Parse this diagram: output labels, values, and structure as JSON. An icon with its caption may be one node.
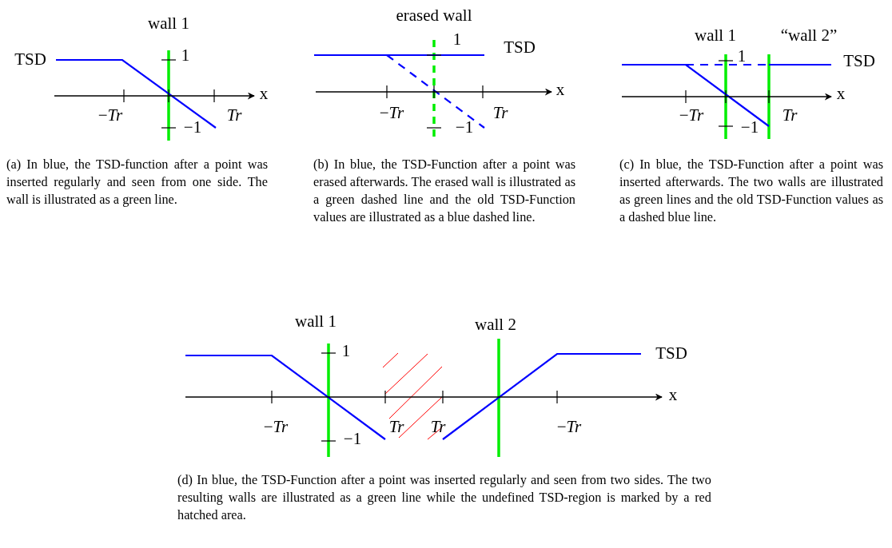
{
  "diagram": {
    "labels": [
      "wall 1",
      "TSD",
      "1",
      "x",
      "−*Tr*",
      "Tr",
      "−1",
      "(a) In blue, the TSD-function after a point was inserted regularly and seen from one side. The wall is illustrated as a green line.",
      "erased wall",
      "1",
      "TSD",
      "x",
      "−*Tr*",
      "Tr",
      "−1",
      "(b) In blue, the TSD-Function after a point was erased afterwards. The erased wall is illustrated as a green dashed line and the old TSD-Function values are illustrated as a blue dashed line.",
      "wall 1",
      "“wall 2”",
      "1",
      "TSD",
      "x",
      "−*Tr*",
      "Tr",
      "−1",
      "(c) In blue, the TSD-Function after a point was inserted afterwards. The two walls are illustrated as green lines and the old TSD-Function values as a dashed blue line.",
      "wall 1",
      "wall 2",
      "1",
      "TSD",
      "x",
      "−*Tr*",
      "Tr",
      "Tr",
      "−*Tr*",
      "−1",
      "(d) In blue, the TSD-Function after a point was inserted regularly and seen from two sides. The two resulting walls are illustrated as a green line while the undefined TSD-region is marked by a red hatched area."
    ]
  }
}
